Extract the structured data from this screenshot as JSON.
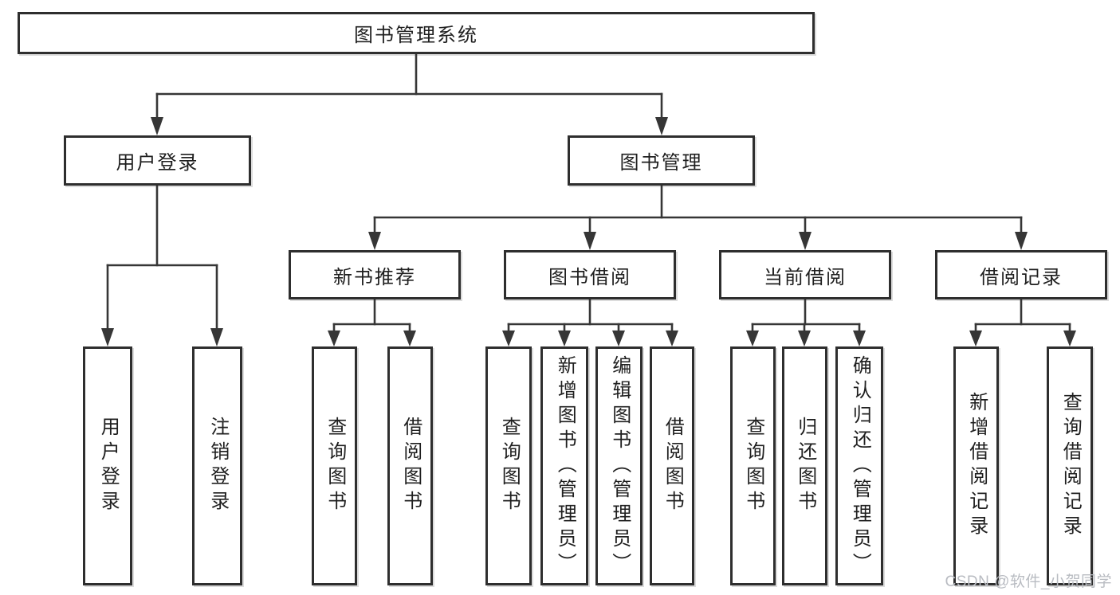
{
  "title": {
    "label": "图书管理系统"
  },
  "level1": [
    {
      "label": "用户登录"
    },
    {
      "label": "图书管理"
    }
  ],
  "level2": [
    {
      "label": "新书推荐"
    },
    {
      "label": "图书借阅"
    },
    {
      "label": "当前借阅"
    },
    {
      "label": "借阅记录"
    }
  ],
  "leaves": [
    {
      "label": "用户登录"
    },
    {
      "label": "注销登录"
    },
    {
      "label": "查询图书"
    },
    {
      "label": "借阅图书"
    },
    {
      "label": "查询图书"
    },
    {
      "label": "新增图书（管理员）"
    },
    {
      "label": "编辑图书（管理员）"
    },
    {
      "label": "借阅图书"
    },
    {
      "label": "查询图书"
    },
    {
      "label": "归还图书"
    },
    {
      "label": "确认归还（管理员）"
    },
    {
      "label": "新增借阅记录"
    },
    {
      "label": "查询借阅记录"
    }
  ],
  "watermark": {
    "text": "CSDN @软件_小贺同学"
  },
  "colors": {
    "line": "#363636",
    "box_border": "#2e2e2e",
    "box_fill": "#ffffff",
    "text": "#1f1f1f",
    "watermark": "#b9bcc2",
    "background": "#ffffff"
  }
}
